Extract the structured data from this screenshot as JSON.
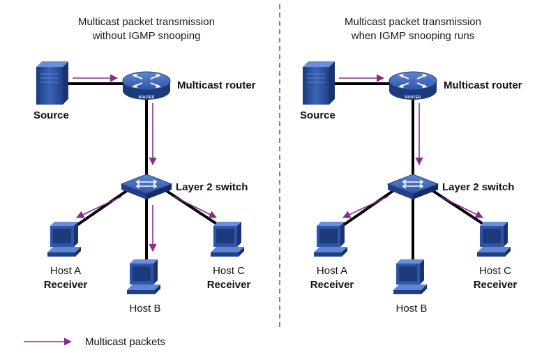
{
  "colors": {
    "link": "#000000",
    "arrow": "#8b2b8f",
    "device_blue": "#2e55a8",
    "device_dark": "#1c3a7c",
    "divider": "#333333"
  },
  "left_panel": {
    "title_line1": "Multicast packet transmission",
    "title_line2": "without IGMP snooping",
    "source": "Source",
    "router": "Multicast router",
    "router_badge": "ROUTER",
    "switch": "Layer 2 switch",
    "host_a": "Host A",
    "host_a_role": "Receiver",
    "host_b": "Host B",
    "host_c": "Host C",
    "host_c_role": "Receiver"
  },
  "right_panel": {
    "title_line1": "Multicast packet transmission",
    "title_line2": "when IGMP snooping runs",
    "source": "Source",
    "router": "Multicast router",
    "router_badge": "ROUTER",
    "switch": "Layer 2 switch",
    "host_a": "Host A",
    "host_a_role": "Receiver",
    "host_b": "Host B",
    "host_c": "Host C",
    "host_c_role": "Receiver"
  },
  "legend": {
    "label": "Multicast packets"
  }
}
